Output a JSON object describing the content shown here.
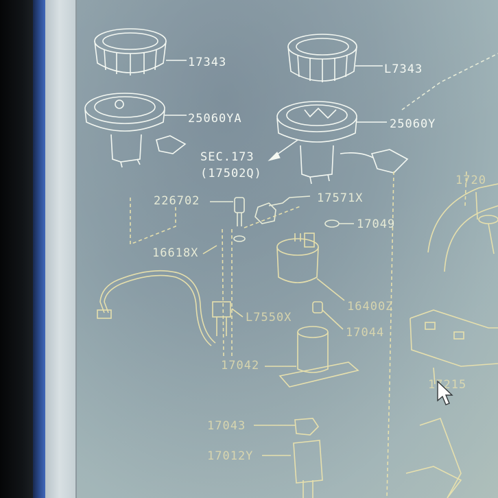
{
  "screen": {
    "accent_frame_color": "#2b4a8c",
    "viewer_background_color": "#8fa2aa",
    "line_color": "#f4f8f2"
  },
  "diagram": {
    "labels": {
      "ring_left": "17343",
      "ring_right": "L7343",
      "pump_left": "25060YA",
      "pump_right": "25060Y",
      "section_ref": "SEC.173",
      "section_sub": "(17502Q)",
      "sensor": "226702",
      "connector": "17571X",
      "oring": "17049",
      "hose": "16618X",
      "filter": "16400Z",
      "harness": "L7550X",
      "clip": "17044",
      "pump_motor": "17042",
      "tank": "1720",
      "bracket": "17215",
      "lower_part": "17043",
      "lower_part_2": "17012Y"
    }
  },
  "cursor": {
    "icon": "mouse-pointer-icon"
  }
}
